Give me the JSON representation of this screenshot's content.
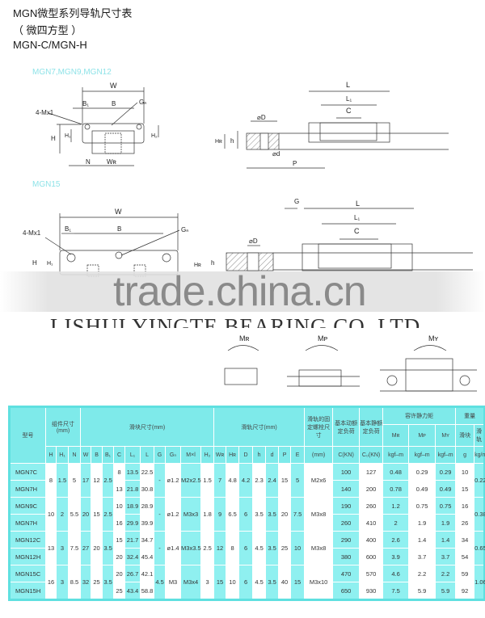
{
  "title": {
    "line1": "MGN微型系列导轨尺寸表",
    "line2": "（ 微四方型 ）",
    "line3": "MGN-C/MGN-H"
  },
  "sections": {
    "small": "MGN7,MGN9,MGN12",
    "large": "MGN15"
  },
  "diagram_labels": {
    "W": "W",
    "B": "B",
    "B1": "B₁",
    "Gn": "Gₙ",
    "Mx1": "4-Mx1",
    "H": "H",
    "H1": "H₁",
    "H2": "H₂",
    "N": "N",
    "WR": "Wʀ",
    "L": "L",
    "L1": "L₁",
    "C": "C",
    "D": "⌀D",
    "d": "⌀d",
    "h": "h",
    "HR": "Hʀ",
    "P": "P",
    "G": "G"
  },
  "moments": {
    "MR": "Mʀ",
    "MP": "Mᴘ",
    "MY": "Mʏ"
  },
  "watermark": {
    "site": "trade.china.cn",
    "company": "LISHUI YINGTE BEARING CO.,LTD"
  },
  "table": {
    "header_groups": {
      "model": "型号",
      "assembly": "组件尺寸 (mm)",
      "block": "滑块尺寸(mm)",
      "rail": "滑轨尺寸(mm)",
      "bolt": "滑轨的固定螺栓尺寸",
      "dynamic": "基本动额定负荷",
      "static": "基本静额定负荷",
      "moment": "容许静力矩",
      "weight": "重量",
      "block_w": "滑块",
      "rail_w": "滑轨"
    },
    "columns": [
      "H",
      "H₁",
      "N",
      "W",
      "B",
      "B₁",
      "C",
      "L₁",
      "L",
      "G",
      "Gₙ",
      "M×l",
      "H₂",
      "Wʀ",
      "Hʀ",
      "D",
      "h",
      "d",
      "P",
      "E",
      "(mm)",
      "C(KN)",
      "C₀(KN)",
      "kgf–m",
      "kgf–m",
      "kgf–m",
      "g",
      "kg/m"
    ],
    "moment_cols": [
      "Mʀ",
      "Mᴘ",
      "Mʏ"
    ],
    "groups": [
      {
        "H": "8",
        "H1": "1.5",
        "N": "5",
        "W": "17",
        "B": "12",
        "B1": "2.5",
        "G": "-",
        "Gn": "ø1.2",
        "Mxl": "M2x2.5",
        "H2": "1.5",
        "WR": "7",
        "HR": "4.8",
        "D": "4.2",
        "h": "2.3",
        "d": "2.4",
        "P": "15",
        "E": "5",
        "bolt": "M2x6",
        "rail_kg_m": "0.22",
        "rows": [
          {
            "model": "MGN7C",
            "C": "8",
            "L1": "13.5",
            "L": "22.5",
            "Cd": "100",
            "C0": "127",
            "MR": "0.48",
            "MP": "0.29",
            "MY": "0.29",
            "g": "10"
          },
          {
            "model": "MGN7H",
            "C": "13",
            "L1": "21.8",
            "L": "30.8",
            "Cd": "140",
            "C0": "200",
            "MR": "0.78",
            "MP": "0.49",
            "MY": "0.49",
            "g": "15"
          }
        ]
      },
      {
        "H": "10",
        "H1": "2",
        "N": "5.5",
        "W": "20",
        "B": "15",
        "B1": "2.5",
        "G": "-",
        "Gn": "ø1.2",
        "Mxl": "M3x3",
        "H2": "1.8",
        "WR": "9",
        "HR": "6.5",
        "D": "6",
        "h": "3.5",
        "d": "3.5",
        "P": "20",
        "E": "7.5",
        "bolt": "M3x8",
        "rail_kg_m": "0.38",
        "rows": [
          {
            "model": "MGN9C",
            "C": "10",
            "L1": "18.9",
            "L": "28.9",
            "Cd": "190",
            "C0": "260",
            "MR": "1.2",
            "MP": "0.75",
            "MY": "0.75",
            "g": "16"
          },
          {
            "model": "MGN7H",
            "C": "16",
            "L1": "29.9",
            "L": "39.9",
            "Cd": "260",
            "C0": "410",
            "MR": "2",
            "MP": "1.9",
            "MY": "1.9",
            "g": "26"
          }
        ]
      },
      {
        "H": "13",
        "H1": "3",
        "N": "7.5",
        "W": "27",
        "B": "20",
        "B1": "3.5",
        "G": "-",
        "Gn": "ø1.4",
        "Mxl": "M3x3.5",
        "H2": "2.5",
        "WR": "12",
        "HR": "8",
        "D": "6",
        "h": "4.5",
        "d": "3.5",
        "P": "25",
        "E": "10",
        "bolt": "M3x8",
        "rail_kg_m": "0.65",
        "rows": [
          {
            "model": "MGN12C",
            "C": "15",
            "L1": "21.7",
            "L": "34.7",
            "Cd": "290",
            "C0": "400",
            "MR": "2.6",
            "MP": "1.4",
            "MY": "1.4",
            "g": "34"
          },
          {
            "model": "MGN12H",
            "C": "20",
            "L1": "32.4",
            "L": "45.4",
            "Cd": "380",
            "C0": "600",
            "MR": "3.9",
            "MP": "3.7",
            "MY": "3.7",
            "g": "54"
          }
        ]
      },
      {
        "H": "16",
        "H1": "3",
        "N": "8.5",
        "W": "32",
        "B": "25",
        "B1": "3.5",
        "G": "4.5",
        "Gn": "M3",
        "Mxl": "M3x4",
        "H2": "3",
        "WR": "15",
        "HR": "10",
        "D": "6",
        "h": "4.5",
        "d": "3.5",
        "P": "40",
        "E": "15",
        "bolt": "M3x10",
        "rail_kg_m": "1.06",
        "rows": [
          {
            "model": "MGN15C",
            "C": "20",
            "L1": "26.7",
            "L": "42.1",
            "Cd": "470",
            "C0": "570",
            "MR": "4.6",
            "MP": "2.2",
            "MY": "2.2",
            "g": "59"
          },
          {
            "model": "MGN15H",
            "C": "25",
            "L1": "43.4",
            "L": "58.8",
            "Cd": "650",
            "C0": "930",
            "MR": "7.5",
            "MP": "5.9",
            "MY": "5.9",
            "g": "92"
          }
        ]
      }
    ]
  }
}
